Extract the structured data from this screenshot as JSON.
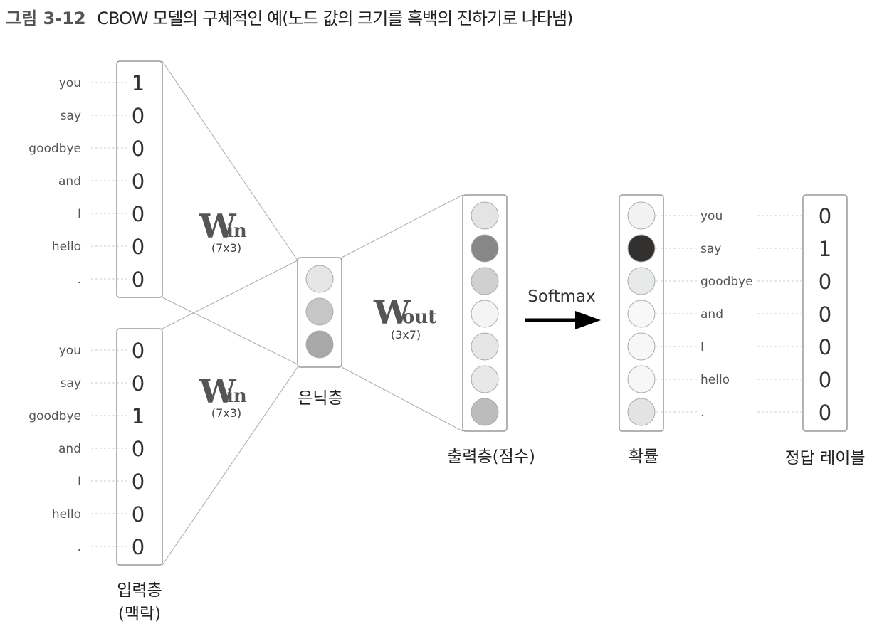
{
  "caption": {
    "number": "그림 3-12",
    "text": "CBOW 모델의 구체적인 예(노드 값의 크기를 흑백의 진하기로 나타냄)"
  },
  "input1": {
    "labels": [
      "you",
      "say",
      "goodbye",
      "and",
      "I",
      "hello",
      "."
    ],
    "values": [
      "1",
      "0",
      "0",
      "0",
      "0",
      "0",
      "0"
    ]
  },
  "input2": {
    "labels": [
      "you",
      "say",
      "goodbye",
      "and",
      "I",
      "hello",
      "."
    ],
    "values": [
      "0",
      "0",
      "1",
      "0",
      "0",
      "0",
      "0"
    ]
  },
  "weights": {
    "win_top": {
      "main": "W",
      "sub": "in",
      "dim": "(7x3)"
    },
    "win_bottom": {
      "main": "W",
      "sub": "in",
      "dim": "(7x3)"
    },
    "wout": {
      "main": "W",
      "sub": "out",
      "dim": "(3x7)"
    }
  },
  "hidden": {
    "title": "은닉층",
    "node_colors": [
      "#e6e6e6",
      "#c6c6c6",
      "#a8a8a8"
    ]
  },
  "output": {
    "title": "출력층(점수)",
    "node_colors": [
      "#e4e4e4",
      "#878787",
      "#d0d0d0",
      "#f4f4f4",
      "#e6e6e6",
      "#e8e8e8",
      "#bcbcbc"
    ]
  },
  "softmax": {
    "label": "Softmax"
  },
  "probability": {
    "title": "확률",
    "node_colors": [
      "#f2f2f2",
      "#333030",
      "#e8eaea",
      "#f8f8f8",
      "#f6f7f6",
      "#f7f7f7",
      "#e3e3e3"
    ],
    "labels": [
      "you",
      "say",
      "goodbye",
      "and",
      "I",
      "hello",
      "."
    ]
  },
  "answer": {
    "title": "정답 레이블",
    "values": [
      "0",
      "1",
      "0",
      "0",
      "0",
      "0",
      "0"
    ]
  },
  "input_title": {
    "line1": "입력층",
    "line2": "(맥락)"
  }
}
